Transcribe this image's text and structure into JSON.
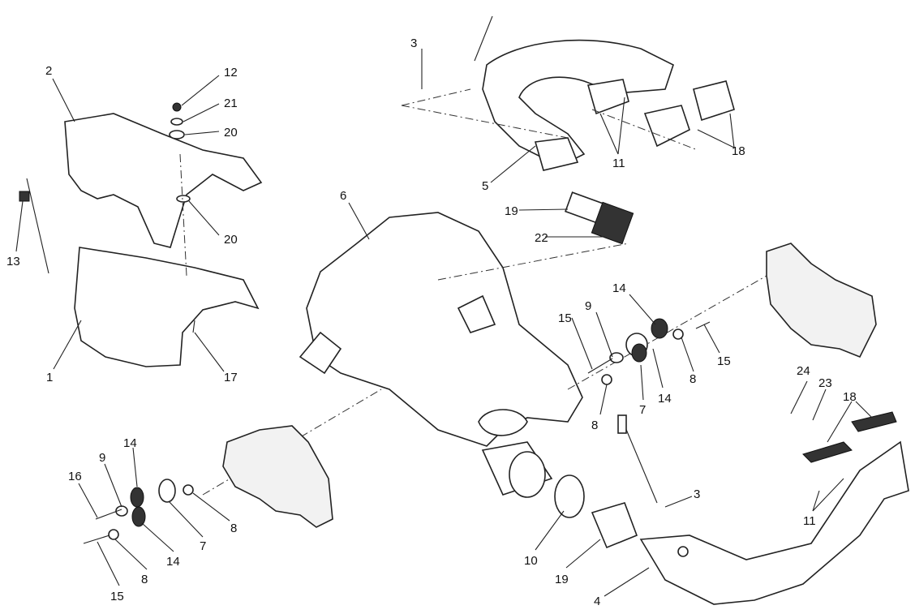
{
  "diagram": {
    "title": "",
    "callouts": {
      "c2": "2",
      "c12": "12",
      "c21": "21",
      "c20a": "20",
      "c20b": "20",
      "c13": "13",
      "c1": "1",
      "c17": "17",
      "c3a": "3",
      "c11a": "11",
      "c18a": "18",
      "c5": "5",
      "c19a": "19",
      "c22": "22",
      "c6": "6",
      "c14a": "14",
      "c9a": "9",
      "c15a": "15",
      "c15b": "15",
      "c8a": "8",
      "c14b": "14",
      "c7a": "7",
      "c8b": "8",
      "c24": "24",
      "c23": "23",
      "c18b": "18",
      "c14c": "14",
      "c9b": "9",
      "c16": "16",
      "c8c": "8",
      "c7b": "7",
      "c14d": "14",
      "c8d": "8",
      "c15c": "15",
      "c3b": "3",
      "c10": "10",
      "c19b": "19",
      "c11b": "11",
      "c4": "4"
    }
  }
}
